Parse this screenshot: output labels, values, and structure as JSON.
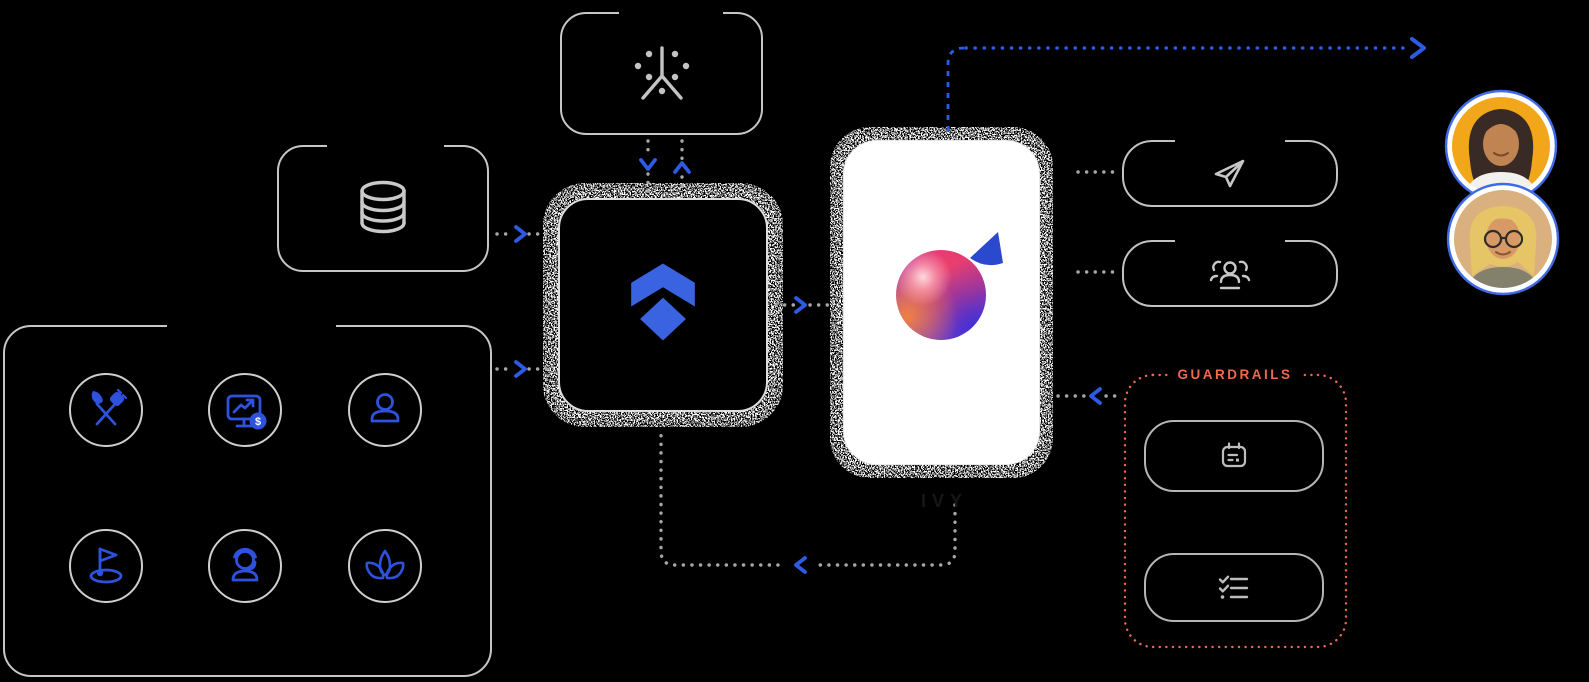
{
  "diagram": {
    "ivy_card": {
      "label": "IVY",
      "icon": "gradient-sphere-logo"
    },
    "guardrails": {
      "label": "GUARDRAILS",
      "border_color": "#F0694C",
      "boxes": [
        {
          "icon": "agenda-icon"
        },
        {
          "icon": "checklist-icon"
        }
      ]
    },
    "nodes": {
      "insight": {
        "icon": "spark-branch-icon"
      },
      "database": {
        "icon": "database-icon"
      },
      "hub": {
        "icon": "chevron-diamond-logo",
        "logo_color": "#3A63E2"
      },
      "send": {
        "icon": "send-icon"
      },
      "team": {
        "icon": "team-icon"
      },
      "context": {
        "icons": [
          "dining-icon",
          "revenue-monitor-icon",
          "person-icon",
          "goal-flag-icon",
          "support-agent-icon",
          "wellness-lotus-icon"
        ],
        "icon_color": "#2F52DE"
      }
    },
    "avatars": [
      {
        "id": "avatar-1",
        "bg_color": "#F2A71B"
      },
      {
        "id": "avatar-2",
        "bg_color": "#D9B07E"
      }
    ],
    "colors": {
      "background": "#000000",
      "accent_blue": "#2E5BE6",
      "connector_gray": "#A6A6A6",
      "box_border_gray": "#C6C6C6",
      "card_white": "#FFFFFF",
      "guardrail_orange": "#F0694C",
      "sphere_gradient": [
        "#FFE0E4",
        "#F04168",
        "#F08142",
        "#3D2FD6"
      ]
    }
  }
}
